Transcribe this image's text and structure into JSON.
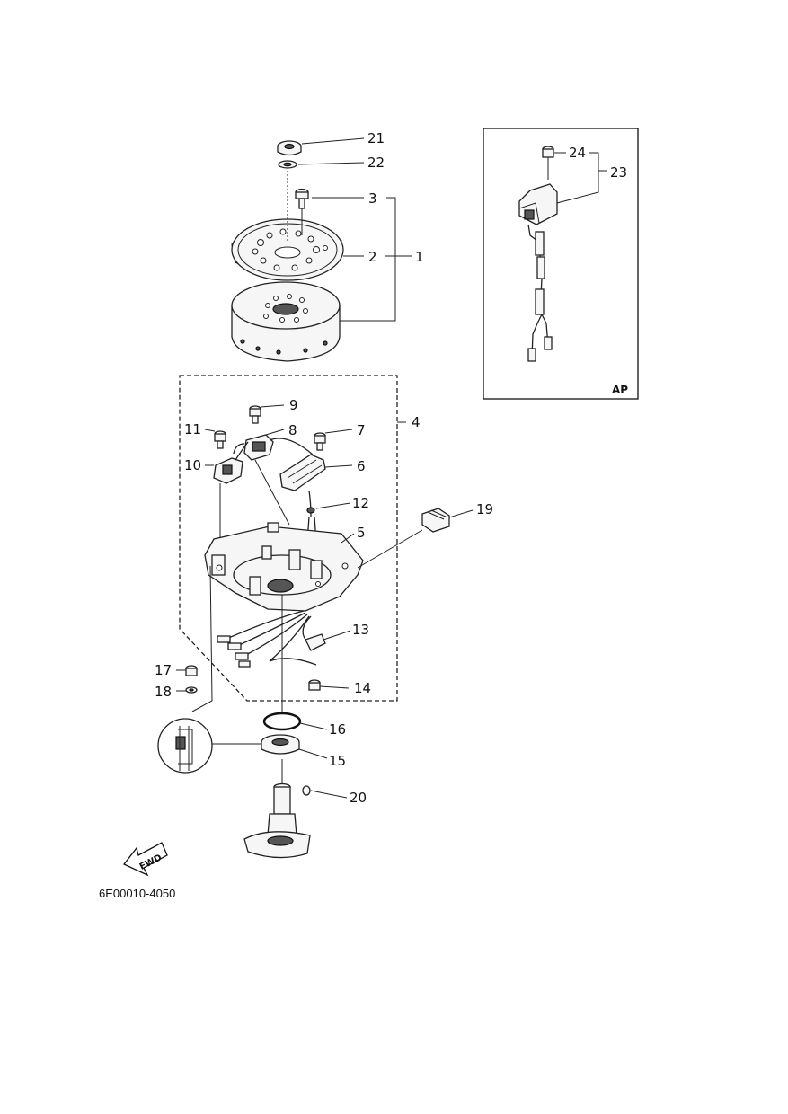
{
  "callouts": {
    "n1": "1",
    "n2": "2",
    "n3": "3",
    "n4": "4",
    "n5": "5",
    "n6": "6",
    "n7": "7",
    "n8": "8",
    "n9": "9",
    "n10": "10",
    "n11": "11",
    "n12": "12",
    "n13": "13",
    "n14": "14",
    "n15": "15",
    "n16": "16",
    "n17": "17",
    "n18": "18",
    "n19": "19",
    "n20": "20",
    "n21": "21",
    "n22": "22",
    "n23": "23",
    "n24": "24"
  },
  "inset": {
    "tag": "AP"
  },
  "direction": {
    "label": "FWD"
  },
  "drawing_code": "6E00010-4050"
}
